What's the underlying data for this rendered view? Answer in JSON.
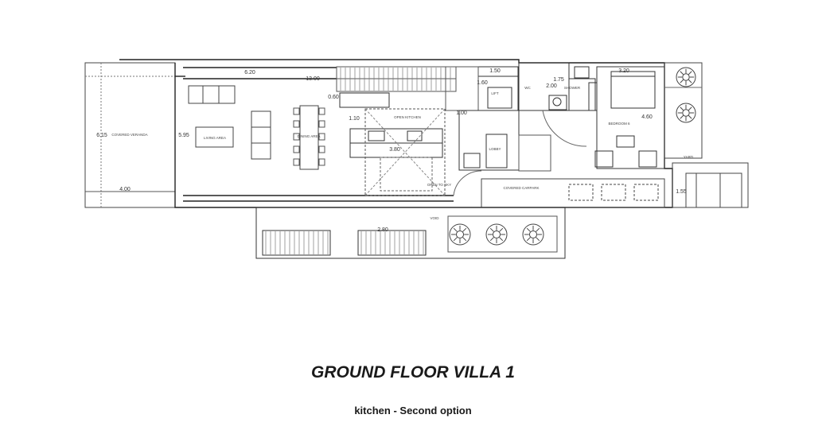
{
  "title": "GROUND FLOOR VILLA 1",
  "subtitle": "kitchen - Second option",
  "plan": {
    "dimensions": {
      "terrace_width": "4.00",
      "terrace_depth": "6.15",
      "lounge_width": "6.20",
      "main_length": "13.00",
      "lounge_depth": "5.95",
      "counter_small": "0.60",
      "kitchen_counter": "3.80",
      "island_depth": "1.10",
      "corridor": "1.00",
      "stair_width": "1.50",
      "stair_depth": "1.60",
      "bath_a": "1.75",
      "bath_b": "2.00",
      "bedroom_width": "3.20",
      "bedroom_depth": "4.60",
      "lower_width": "2.80",
      "side_gap": "1.55"
    },
    "labels": {
      "terrace": "COVERED VERANDA",
      "living": "LIVING AREA",
      "dining": "DINING AREA",
      "kitchen": "OPEN KITCHEN",
      "lift": "LIFT",
      "wc": "WC",
      "shower": "SHOWER",
      "bedroom": "BEDROOM 6",
      "study": "LOBBY",
      "parking": "COVERED CARPARK",
      "garden": "YARD",
      "void": "VOID",
      "atrium": "OPEN TO SKY"
    }
  }
}
